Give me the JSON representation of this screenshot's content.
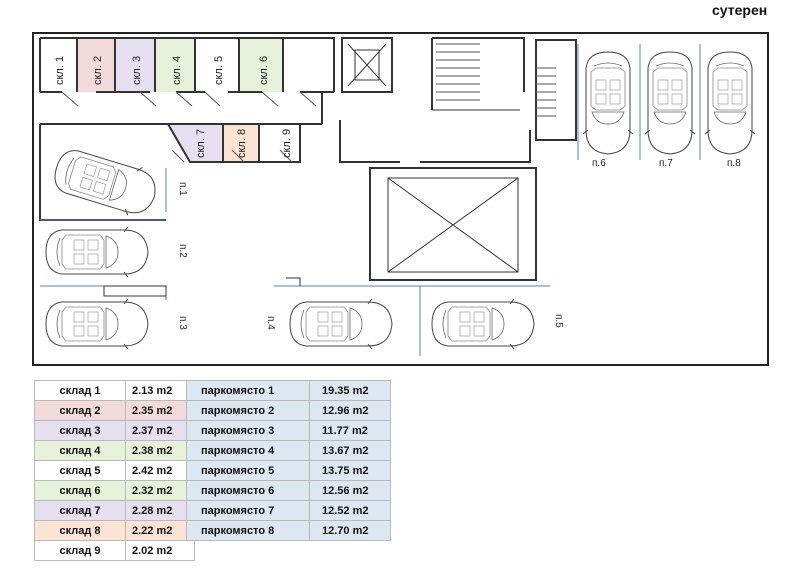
{
  "title": "сутерен",
  "rooms": [
    {
      "id": "1",
      "label": "скл. 1",
      "color": "#ffffff"
    },
    {
      "id": "2",
      "label": "скл. 2",
      "color": "#f2dada"
    },
    {
      "id": "3",
      "label": "скл. 3",
      "color": "#e5dff0"
    },
    {
      "id": "4",
      "label": "скл. 4",
      "color": "#e7f0d8"
    },
    {
      "id": "5",
      "label": "скл. 5",
      "color": "#ffffff"
    },
    {
      "id": "6",
      "label": "скл. 6",
      "color": "#e7f0d8"
    },
    {
      "id": "7",
      "label": "скл. 7",
      "color": "#e5dff0"
    },
    {
      "id": "8",
      "label": "скл. 8",
      "color": "#fbe4d5"
    },
    {
      "id": "9",
      "label": "скл. 9",
      "color": "#ffffff"
    }
  ],
  "parking_labels": [
    "п.1",
    "п.2",
    "п.3",
    "п.4",
    "п.5",
    "п.6",
    "п.7",
    "п.8"
  ],
  "storage_table": [
    {
      "name": "склад 1",
      "area": "2.13 m2",
      "color": "#ffffff"
    },
    {
      "name": "склад 2",
      "area": "2.35 m2",
      "color": "#f2dada"
    },
    {
      "name": "склад 3",
      "area": "2.37 m2",
      "color": "#e5dff0"
    },
    {
      "name": "склад 4",
      "area": "2.38 m2",
      "color": "#e7f0d8"
    },
    {
      "name": "склад 5",
      "area": "2.42 m2",
      "color": "#ffffff"
    },
    {
      "name": "склад 6",
      "area": "2.32 m2",
      "color": "#e7f0d8"
    },
    {
      "name": "склад 7",
      "area": "2.28 m2",
      "color": "#e5dff0"
    },
    {
      "name": "склад 8",
      "area": "2.22 m2",
      "color": "#fbe4d5"
    },
    {
      "name": "склад 9",
      "area": "2.02 m2",
      "color": "#ffffff"
    }
  ],
  "parking_table": [
    {
      "name": "паркомясто 1",
      "area": "19.35 m2"
    },
    {
      "name": "паркомясто 2",
      "area": "12.96 m2"
    },
    {
      "name": "паркомясто 3",
      "area": "11.77 m2"
    },
    {
      "name": "паркомясто 4",
      "area": "13.67 m2"
    },
    {
      "name": "паркомясто 5",
      "area": "13.75 m2"
    },
    {
      "name": "паркомясто 6",
      "area": "12.56 m2"
    },
    {
      "name": "паркомясто 7",
      "area": "12.52 m2"
    },
    {
      "name": "паркомясто 8",
      "area": "12.70 m2"
    }
  ]
}
